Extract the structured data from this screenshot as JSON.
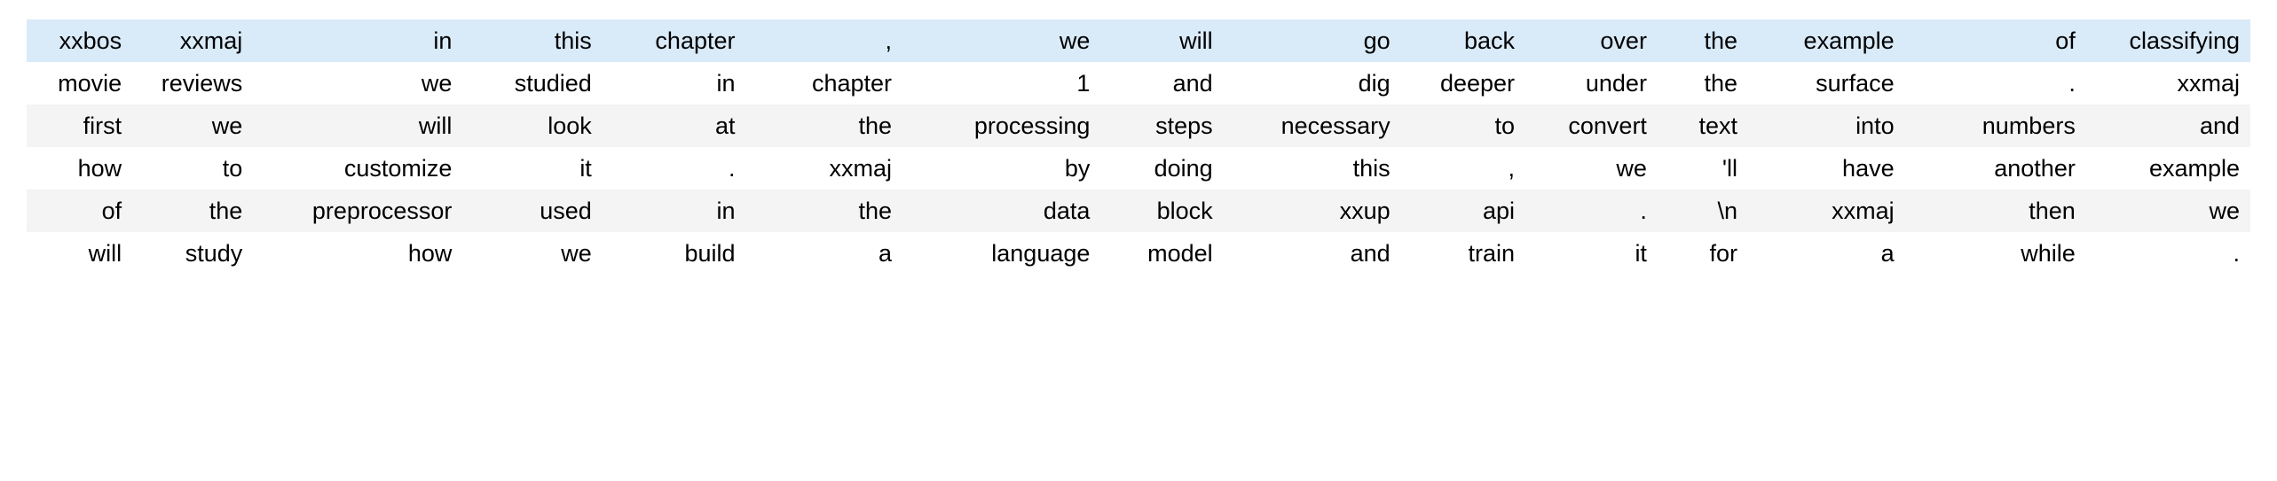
{
  "view": {
    "kind": "dataframe-token-table",
    "row_count": 6,
    "column_count": 15,
    "highlight_color": "#d9eaf8",
    "zebra_color": "#f4f4f4",
    "plain_color": "#ffffff",
    "text_color": "#000000",
    "alignment": "right"
  },
  "rows": [
    {
      "style": "row-highlight",
      "cells": [
        "xxbos",
        "xxmaj",
        "in",
        "this",
        "chapter",
        ",",
        "we",
        "will",
        "go",
        "back",
        "over",
        "the",
        "example",
        "of",
        "classifying"
      ]
    },
    {
      "style": "row-plain",
      "cells": [
        "movie",
        "reviews",
        "we",
        "studied",
        "in",
        "chapter",
        "1",
        "and",
        "dig",
        "deeper",
        "under",
        "the",
        "surface",
        ".",
        "xxmaj"
      ]
    },
    {
      "style": "row-zebra",
      "cells": [
        "first",
        "we",
        "will",
        "look",
        "at",
        "the",
        "processing",
        "steps",
        "necessary",
        "to",
        "convert",
        "text",
        "into",
        "numbers",
        "and"
      ]
    },
    {
      "style": "row-plain",
      "cells": [
        "how",
        "to",
        "customize",
        "it",
        ".",
        "xxmaj",
        "by",
        "doing",
        "this",
        ",",
        "we",
        "'ll",
        "have",
        "another",
        "example"
      ]
    },
    {
      "style": "row-zebra",
      "cells": [
        "of",
        "the",
        "preprocessor",
        "used",
        "in",
        "the",
        "data",
        "block",
        "xxup",
        "api",
        ".",
        "\\n",
        "xxmaj",
        "then",
        "we"
      ]
    },
    {
      "style": "row-plain",
      "cells": [
        "will",
        "study",
        "how",
        "we",
        "build",
        "a",
        "language",
        "model",
        "and",
        "train",
        "it",
        "for",
        "a",
        "while",
        "."
      ]
    }
  ]
}
